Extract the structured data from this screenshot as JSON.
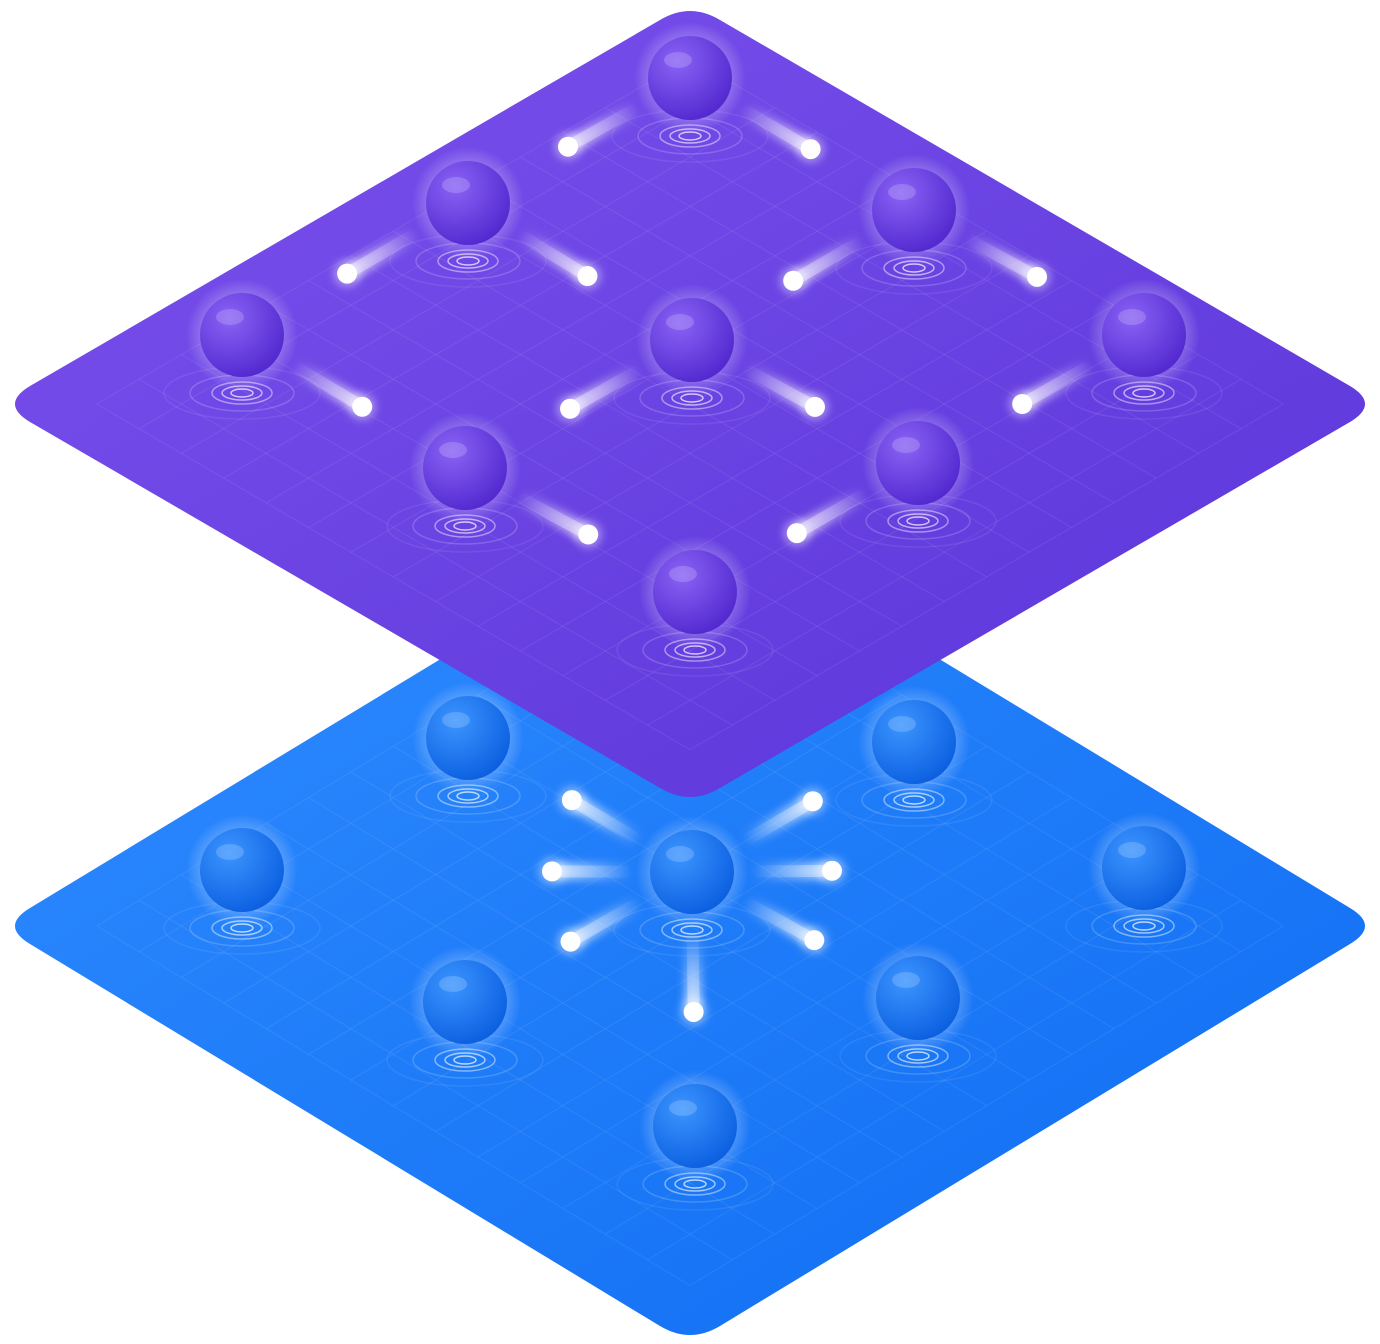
{
  "colors": {
    "background": "#ffffff",
    "blue_layer_light": "#2f8cff",
    "blue_layer_dark": "#0f6cf2",
    "blue_node_light": "#3c95ff",
    "blue_node_dark": "#0b5fe0",
    "purple_layer_light": "#7b52ee",
    "purple_layer_dark": "#5a34d8",
    "purple_node_light": "#8a63f5",
    "purple_node_dark": "#5228cf",
    "link_glow": "#ffffff"
  },
  "layers": [
    {
      "name": "network-layer-blue",
      "topology": "star",
      "nodes": [
        {
          "id": "top-left"
        },
        {
          "id": "top-right"
        },
        {
          "id": "left"
        },
        {
          "id": "center"
        },
        {
          "id": "right"
        },
        {
          "id": "bottom-left"
        },
        {
          "id": "bottom-right"
        },
        {
          "id": "bottom"
        }
      ],
      "links": [
        [
          "center",
          "top-left"
        ],
        [
          "center",
          "top-right"
        ],
        [
          "center",
          "left"
        ],
        [
          "center",
          "right"
        ],
        [
          "center",
          "bottom-left"
        ],
        [
          "center",
          "bottom-right"
        ],
        [
          "center",
          "bottom"
        ]
      ]
    },
    {
      "name": "network-layer-purple",
      "topology": "mesh",
      "nodes": [
        {
          "id": "top"
        },
        {
          "id": "upper-left"
        },
        {
          "id": "upper-right"
        },
        {
          "id": "left"
        },
        {
          "id": "center"
        },
        {
          "id": "right"
        },
        {
          "id": "lower-left"
        },
        {
          "id": "lower-right"
        },
        {
          "id": "bottom"
        }
      ],
      "links": [
        [
          "top",
          "upper-left"
        ],
        [
          "top",
          "upper-right"
        ],
        [
          "upper-left",
          "left"
        ],
        [
          "upper-left",
          "center"
        ],
        [
          "upper-right",
          "center"
        ],
        [
          "upper-right",
          "right"
        ],
        [
          "left",
          "lower-left"
        ],
        [
          "center",
          "lower-left"
        ],
        [
          "center",
          "lower-right"
        ],
        [
          "right",
          "lower-right"
        ],
        [
          "lower-left",
          "bottom"
        ],
        [
          "lower-right",
          "bottom"
        ]
      ]
    }
  ]
}
